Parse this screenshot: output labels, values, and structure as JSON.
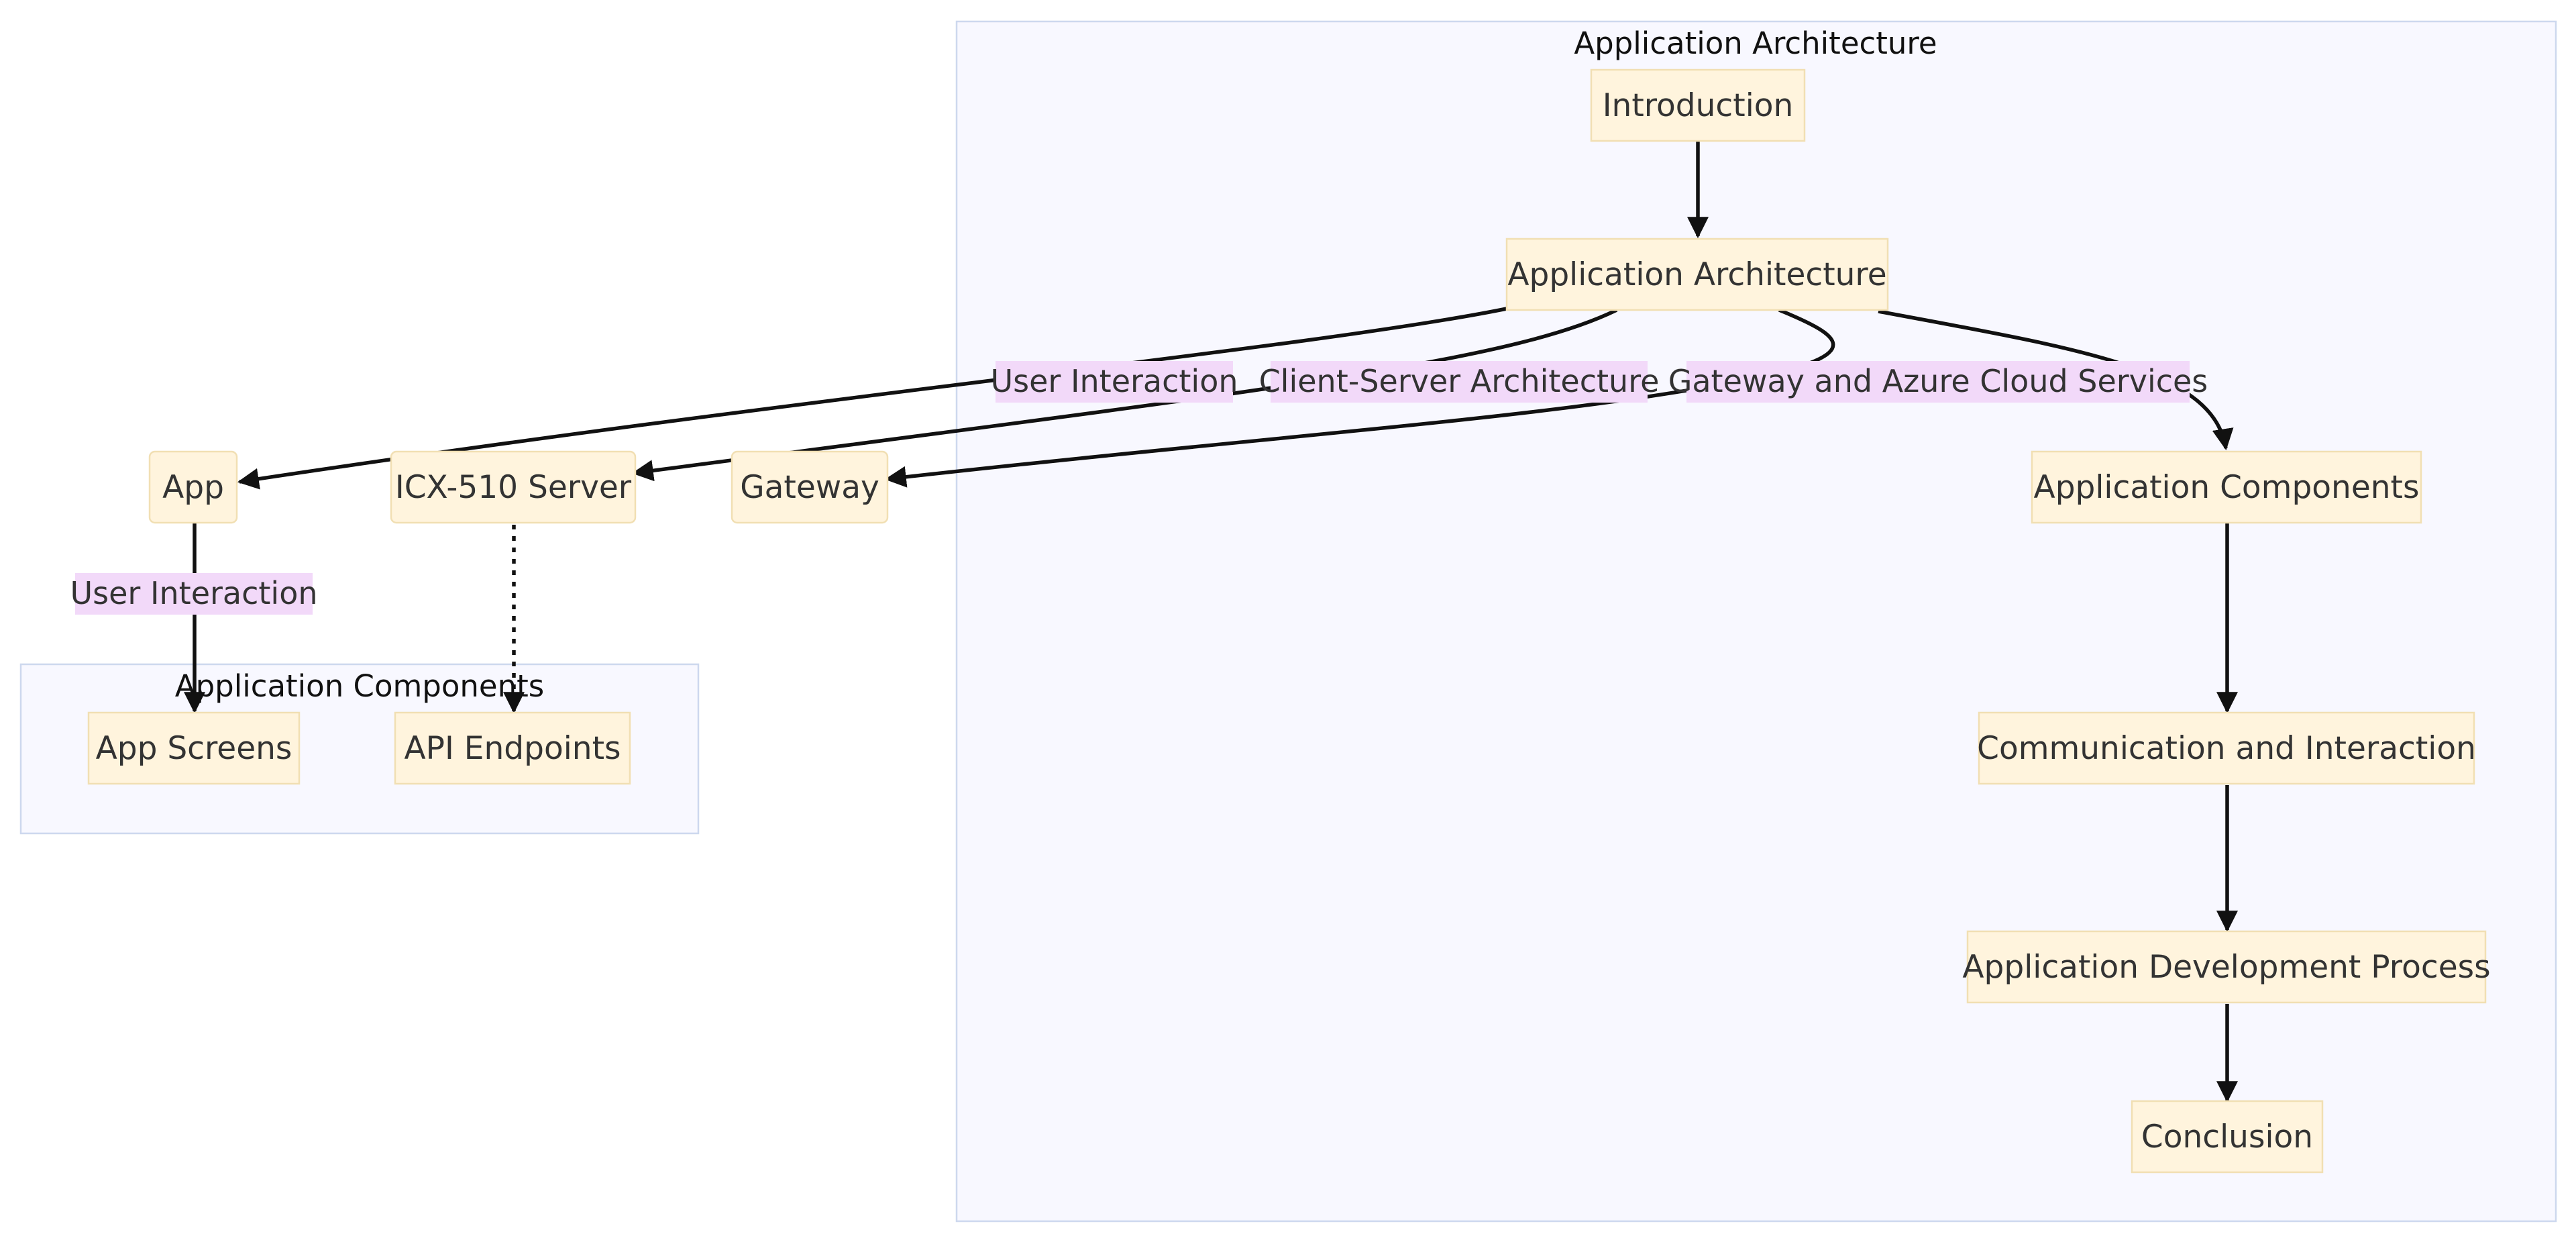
{
  "clusters": {
    "architecture": {
      "title": "Application Architecture"
    },
    "components": {
      "title": "Application Components"
    }
  },
  "nodes": {
    "introduction": "Introduction",
    "app_architecture": "Application Architecture",
    "app": "App",
    "icx_server": "ICX-510 Server",
    "gateway": "Gateway",
    "app_components": "Application Components",
    "communication": "Communication and Interaction",
    "dev_process": "Application Development Process",
    "conclusion": "Conclusion",
    "app_screens": "App Screens",
    "api_endpoints": "API Endpoints"
  },
  "edge_labels": {
    "user_interaction": "User Interaction",
    "client_server": "Client-Server Architecture",
    "gateway_azure": "Gateway and Azure Cloud Services",
    "user_interaction_2": "User Interaction"
  },
  "colors": {
    "node_fill": "#fff4dd",
    "node_border": "#f1dfb3",
    "cluster_fill": "#f8f8ff",
    "cluster_border": "#cdd8ee",
    "edge_label_bg": "#f2d9f9",
    "edge_stroke": "#111111"
  }
}
